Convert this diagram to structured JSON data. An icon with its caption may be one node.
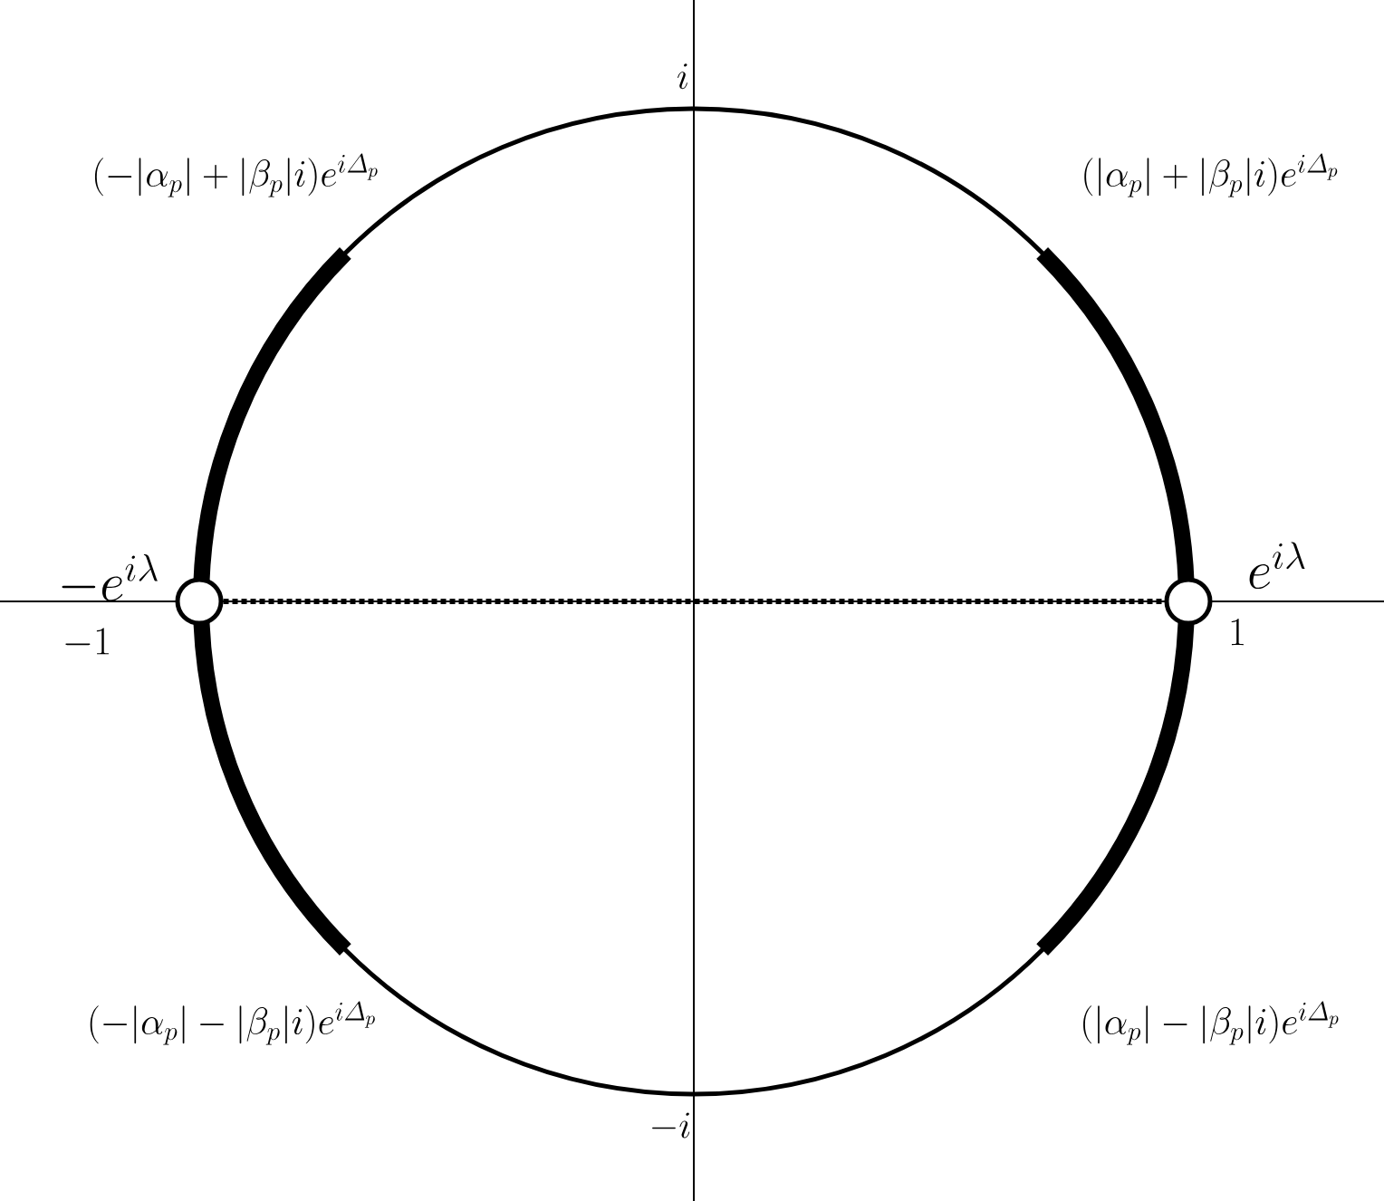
{
  "diagram": {
    "nodes": [
      {
        "text": [],
        "shape": "circle",
        "beside": [
          "-e^{i\\lambda}",
          "-1"
        ]
      },
      {
        "text": [],
        "shape": "circle",
        "beside": [
          "e^{i\\lambda}",
          "1"
        ]
      }
    ],
    "edges": [
      {
        "from": 0,
        "to": 1,
        "arrow": "none",
        "style": "dashed"
      }
    ],
    "labels": [
      "i",
      "(-|\\alpha_p|+|\\beta_p|i)e^{i\\varDelta_p}",
      "(|\\alpha_p|+|\\beta_p|i)e^{i\\varDelta_p}",
      "(-|\\alpha_p|-|\\beta_p|i)e^{i\\varDelta_p}",
      "(|\\alpha_p|-|\\beta_p|i)e^{i\\varDelta_p}",
      "-i"
    ]
  }
}
